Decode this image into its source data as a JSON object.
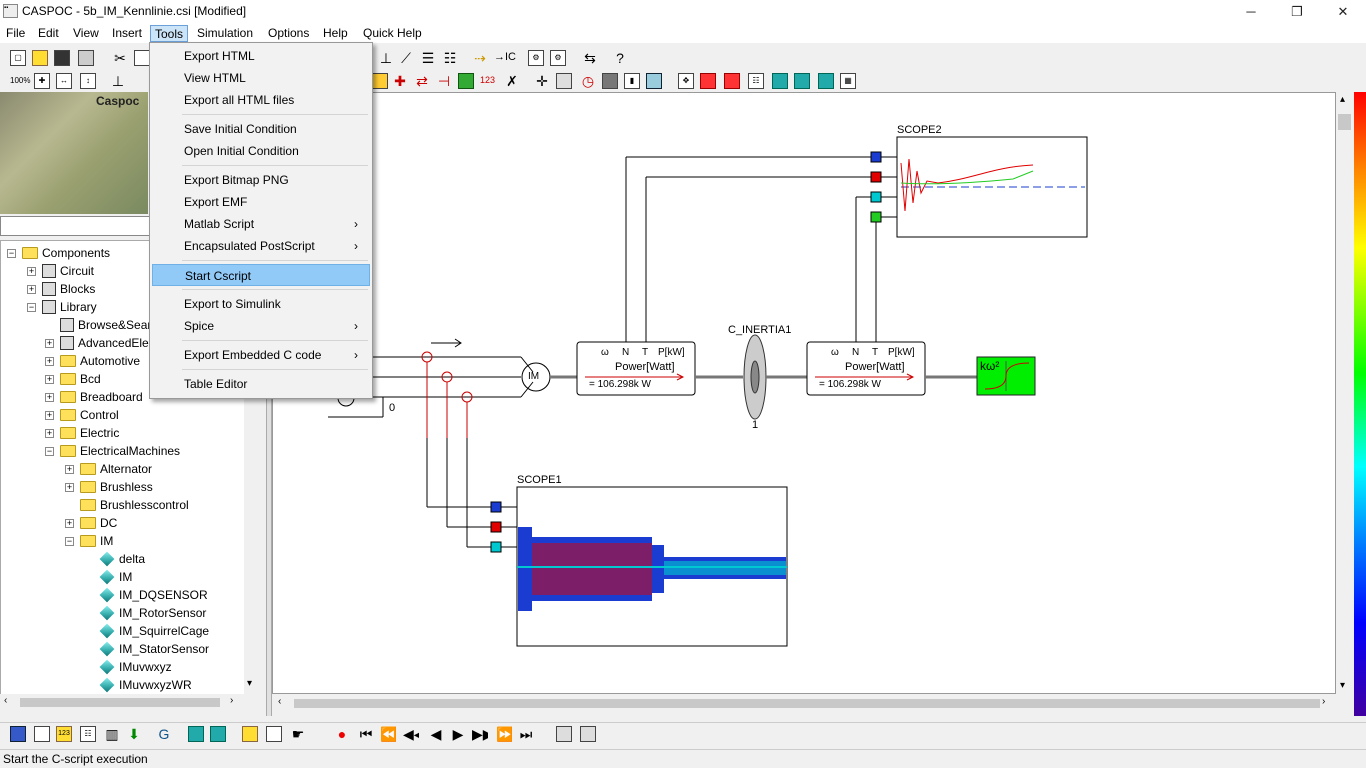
{
  "window": {
    "title": "CASPOC - 5b_IM_Kennlinie.csi [Modified]",
    "minimize": "─",
    "restore": "❐",
    "close": "✕"
  },
  "menubar": [
    "File",
    "Edit",
    "View",
    "Insert",
    "Tools",
    "Simulation",
    "Options",
    "Help",
    "Quick Help"
  ],
  "tools_menu": {
    "groups": [
      [
        "Export HTML",
        "View HTML",
        "Export all HTML files"
      ],
      [
        "Save Initial Condition",
        "Open Initial Condition"
      ],
      [
        "Export Bitmap PNG",
        "Export EMF",
        "Matlab Script",
        "Encapsulated PostScript"
      ],
      [
        "Start Cscript"
      ],
      [
        "Export to Simulink",
        "Spice"
      ],
      [
        "Export Embedded C code"
      ],
      [
        "Table Editor"
      ]
    ],
    "submenu_items": [
      "Matlab Script",
      "Encapsulated PostScript",
      "Spice",
      "Export Embedded C code"
    ],
    "highlighted": "Start Cscript",
    "arrow": "›"
  },
  "left_panel": {
    "preview_label": "Caspoc",
    "tree": [
      {
        "label": "Components",
        "level": 0,
        "exp": "−",
        "icon": "folder"
      },
      {
        "label": "Circuit",
        "level": 1,
        "exp": "+",
        "icon": "comp"
      },
      {
        "label": "Blocks",
        "level": 1,
        "exp": "+",
        "icon": "comp"
      },
      {
        "label": "Library",
        "level": 1,
        "exp": "−",
        "icon": "comp"
      },
      {
        "label": "Browse&Search",
        "level": 2,
        "exp": "",
        "icon": "comp"
      },
      {
        "label": "AdvancedElectric",
        "level": 2,
        "exp": "+",
        "icon": "comp"
      },
      {
        "label": "Automotive",
        "level": 2,
        "exp": "+",
        "icon": "folder"
      },
      {
        "label": "Bcd",
        "level": 2,
        "exp": "+",
        "icon": "folder"
      },
      {
        "label": "Breadboard",
        "level": 2,
        "exp": "+",
        "icon": "folder"
      },
      {
        "label": "Control",
        "level": 2,
        "exp": "+",
        "icon": "folder"
      },
      {
        "label": "Electric",
        "level": 2,
        "exp": "+",
        "icon": "folder"
      },
      {
        "label": "ElectricalMachines",
        "level": 2,
        "exp": "−",
        "icon": "folder"
      },
      {
        "label": "Alternator",
        "level": 3,
        "exp": "+",
        "icon": "folder"
      },
      {
        "label": "Brushless",
        "level": 3,
        "exp": "+",
        "icon": "folder"
      },
      {
        "label": "Brushlesscontrol",
        "level": 3,
        "exp": "",
        "icon": "folder"
      },
      {
        "label": "DC",
        "level": 3,
        "exp": "+",
        "icon": "folder"
      },
      {
        "label": "IM",
        "level": 3,
        "exp": "−",
        "icon": "folder"
      },
      {
        "label": "delta",
        "level": 4,
        "exp": "",
        "icon": "chip"
      },
      {
        "label": "IM",
        "level": 4,
        "exp": "",
        "icon": "chip"
      },
      {
        "label": "IM_DQSENSOR",
        "level": 4,
        "exp": "",
        "icon": "chip"
      },
      {
        "label": "IM_RotorSensor",
        "level": 4,
        "exp": "",
        "icon": "chip"
      },
      {
        "label": "IM_SquirrelCage",
        "level": 4,
        "exp": "",
        "icon": "chip"
      },
      {
        "label": "IM_StatorSensor",
        "level": 4,
        "exp": "",
        "icon": "chip"
      },
      {
        "label": "IMuvwxyz",
        "level": 4,
        "exp": "",
        "icon": "chip"
      },
      {
        "label": "IMuvwxyzWR",
        "level": 4,
        "exp": "",
        "icon": "chip"
      }
    ]
  },
  "schematic": {
    "scope1_label": "SCOPE1",
    "scope2_label": "SCOPE2",
    "inertia_label": "C_INERTIA1",
    "inertia_value": "1",
    "motor_label": "IM",
    "ground_label": "0",
    "power1": {
      "pins": [
        "ω",
        "N",
        "T",
        "P[kW]"
      ],
      "title": "Power[Watt]",
      "value": "= 106.298k W"
    },
    "power2": {
      "pins": [
        "ω",
        "N",
        "T",
        "P[kW]"
      ],
      "title": "Power[Watt]",
      "value": "= 106.298k W"
    },
    "load_label": "kω²"
  },
  "status": "Start the C-script execution",
  "colors": {
    "highlight": "#91c9f7",
    "scope_red": "#e00000",
    "scope_blue": "#1a3cd0",
    "scope_cyan": "#00c8d0",
    "scope_green": "#22cc22",
    "load_green": "#00ee00"
  }
}
